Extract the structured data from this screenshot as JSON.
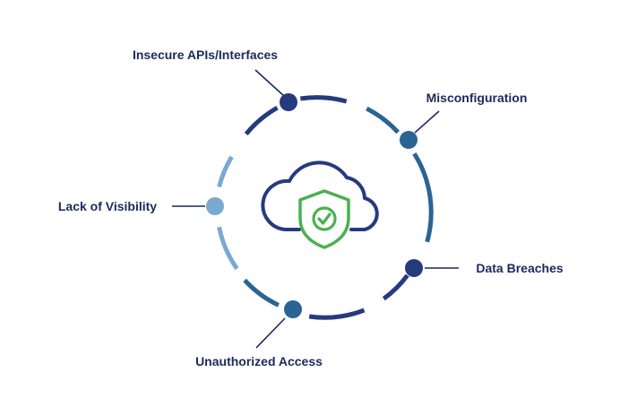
{
  "labels": {
    "insecure_apis": "Insecure APIs/Interfaces",
    "misconfiguration": "Misconfiguration",
    "lack_of_visibility": "Lack of Visibility",
    "data_breaches": "Data Breaches",
    "unauthorized_access": "Unauthorized Access"
  },
  "colors": {
    "label_text": "#1b2a5c",
    "navy": "#263a7e",
    "mid_blue": "#2a6494",
    "light_blue": "#7aa9d0",
    "shield_green": "#4cb050",
    "leader_line": "#1b2a5c"
  },
  "icons": {
    "center": "cloud-shield-check-icon"
  }
}
